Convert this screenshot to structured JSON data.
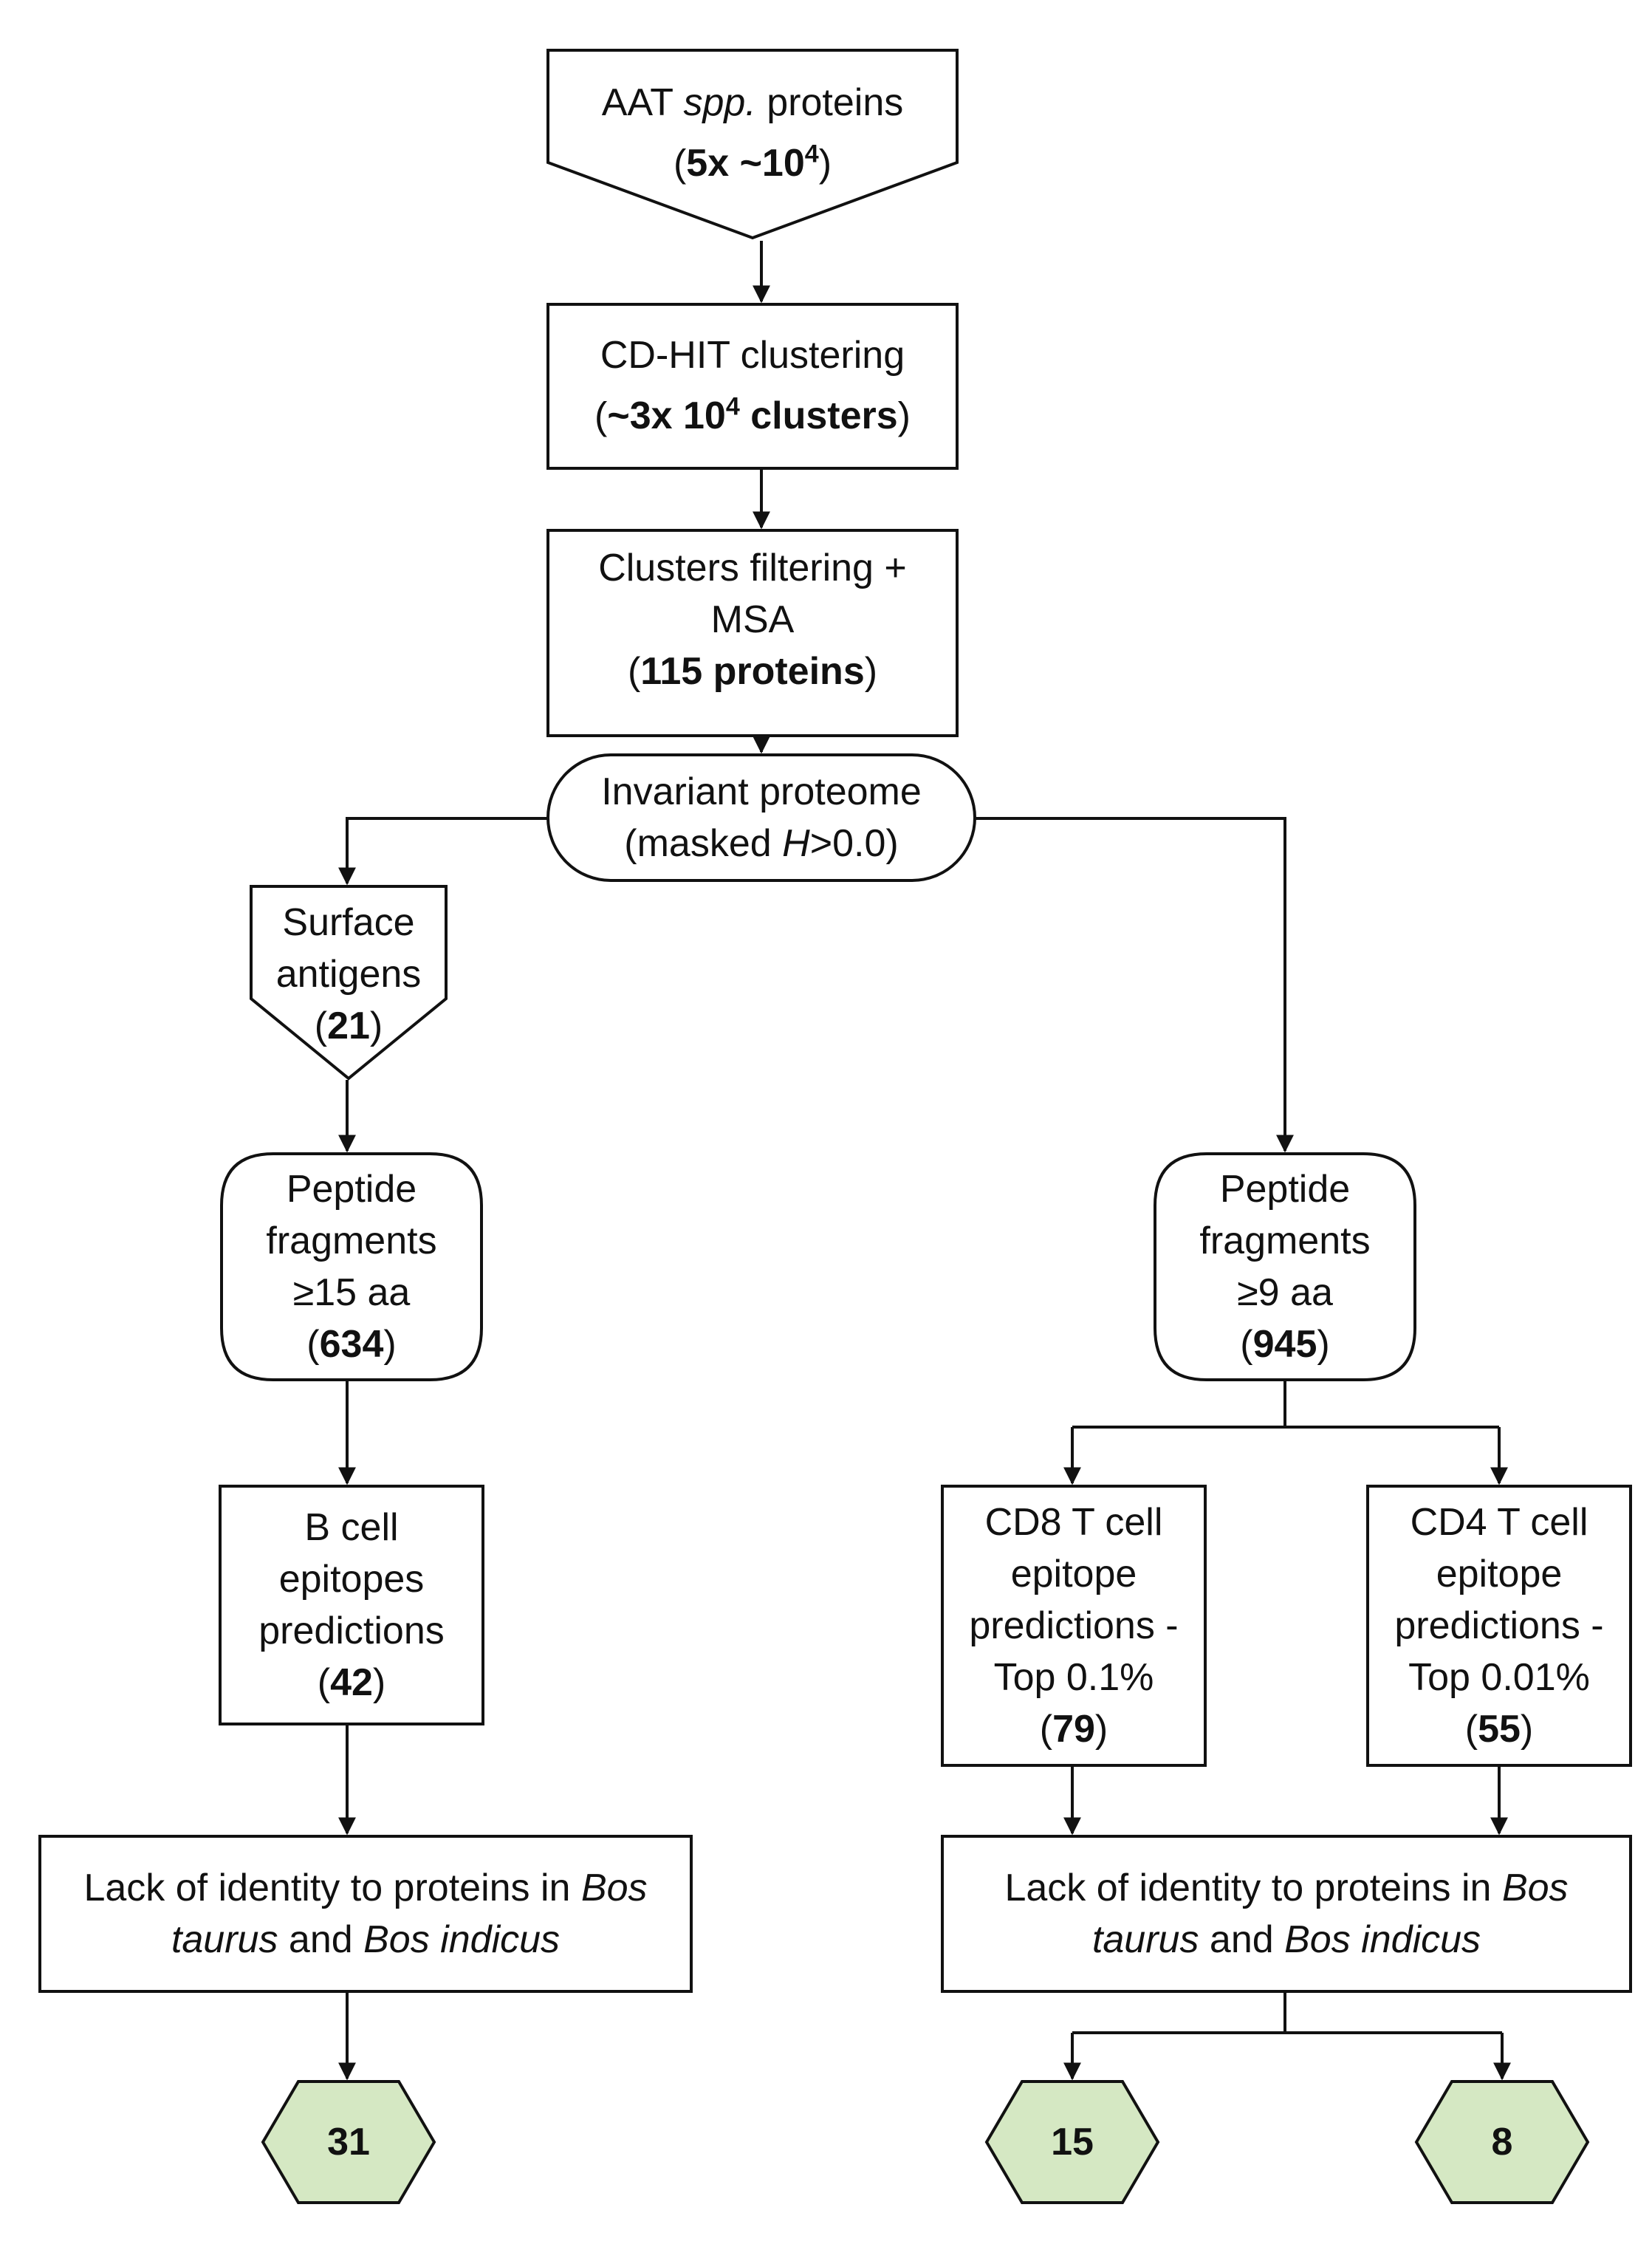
{
  "nodes": {
    "aat": {
      "name": "AAT",
      "species": "spp.",
      "suffix": "proteins",
      "open": "(",
      "count_base": "5x ~10",
      "count_exp": "4",
      "close": ")"
    },
    "cdhit": {
      "title": "CD-HIT clustering",
      "open": "(",
      "count_base": "~3x 10",
      "count_exp": "4",
      "count_suffix": " clusters",
      "close": ")"
    },
    "filter": {
      "line1": "Clusters filtering +",
      "line2": "MSA",
      "open": "(",
      "count": "115 proteins",
      "close": ")"
    },
    "invariant": {
      "line1": "Invariant proteome",
      "prefix": "(masked ",
      "var": "H",
      "suffix": ">0.0)"
    },
    "surface": {
      "line1": "Surface",
      "line2": "antigens",
      "open": "(",
      "count": "21",
      "close": ")"
    },
    "pep15": {
      "line1": "Peptide",
      "line2": "fragments",
      "line3": "≥15 aa",
      "open": "(",
      "count": "634",
      "close": ")"
    },
    "pep9": {
      "line1": "Peptide",
      "line2": "fragments",
      "line3": "≥9 aa",
      "open": "(",
      "count": "945",
      "close": ")"
    },
    "bcell": {
      "line1": "B cell",
      "line2": "epitopes",
      "line3": "predictions",
      "open": "(",
      "count": "42",
      "close": ")"
    },
    "cd8": {
      "line1": "CD8 T cell",
      "line2": "epitope",
      "line3": "predictions -",
      "line4": "Top 0.1%",
      "open": "(",
      "count": "79",
      "close": ")"
    },
    "cd4": {
      "line1": "CD4 T cell",
      "line2": "epitope",
      "line3": "predictions -",
      "line4": "Top 0.01%",
      "open": "(",
      "count": "55",
      "close": ")"
    },
    "lackL": {
      "line1_text": "Lack of identity to proteins in ",
      "line1_species": "Bos",
      "line2_species_a": "taurus",
      "line2_and": " and ",
      "line2_species_b": "Bos indicus"
    },
    "lackR": {
      "line1_text": "Lack of identity to proteins in ",
      "line1_species": "Bos",
      "line2_species_a": "taurus",
      "line2_and": " and ",
      "line2_species_b": "Bos indicus"
    },
    "out31": {
      "label": "31"
    },
    "out15": {
      "label": "15"
    },
    "out8": {
      "label": "8"
    }
  },
  "colors": {
    "stroke": "#111111",
    "text": "#111111",
    "hexagon_fill": "#d5e8c3"
  }
}
